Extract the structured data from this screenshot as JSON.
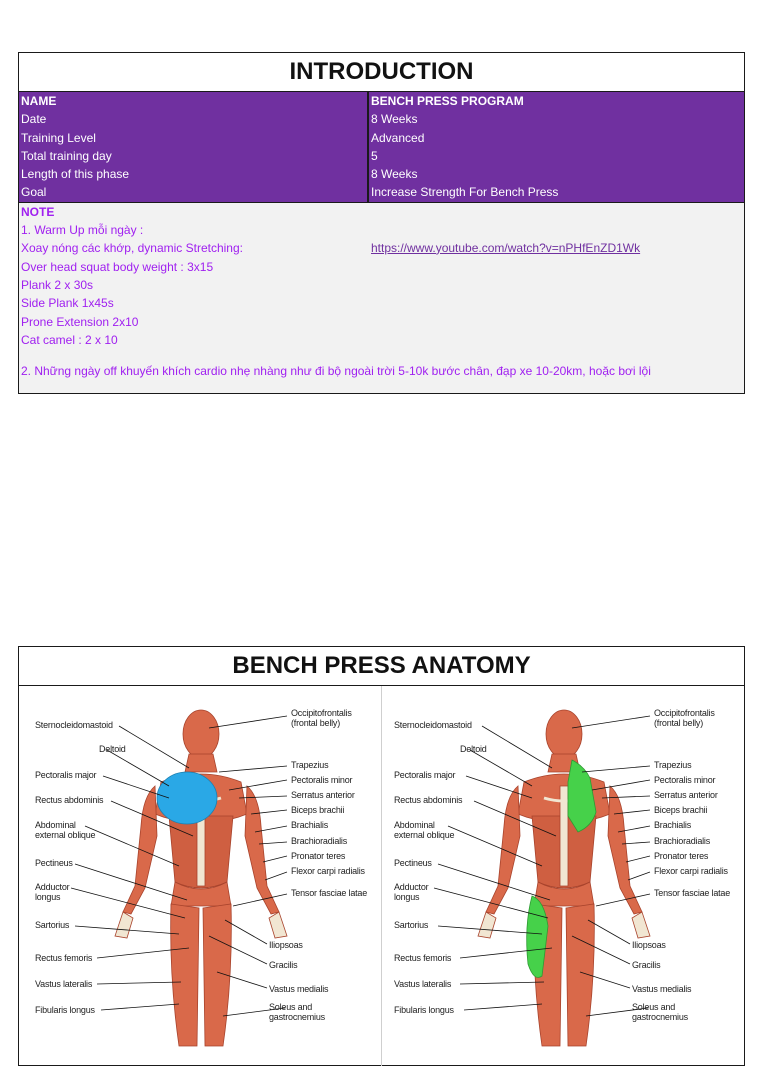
{
  "intro": {
    "title": "INTRODUCTION",
    "rows": [
      {
        "label": "NAME",
        "value": "BENCH PRESS PROGRAM"
      },
      {
        "label": "Date",
        "value": "8 Weeks"
      },
      {
        "label": "Training Level",
        "value": "Advanced"
      },
      {
        "label": "Total training day",
        "value": "5"
      },
      {
        "label": "Length of this phase",
        "value": "8 Weeks"
      },
      {
        "label": "Goal",
        "value": "Increase Strength For Bench Press"
      }
    ],
    "notes": {
      "heading": "NOTE",
      "warmup_title": "1. Warm Up mỗi ngày :",
      "warmup_item1": "Xoay nóng các khớp, dynamic Stretching:",
      "warmup_link": "https://www.youtube.com/watch?v=nPHfEnZD1Wk",
      "warmup_item2": "Over head squat body weight : 3x15",
      "warmup_item3": "Plank 2 x 30s",
      "warmup_item4": "Side Plank 1x45s",
      "warmup_item5": "Prone Extension 2x10",
      "warmup_item6": "Cat camel : 2 x 10",
      "off_days": "2. Những ngày off khuyến khích cardio nhẹ nhàng như đi bộ ngoài trời 5-10k bước chân, đạp xe 10-20km, hoặc bơi lội"
    }
  },
  "anatomy": {
    "title": "BENCH PRESS ANATOMY",
    "left_labels": {
      "sternocleidomastoid": "Sternocleidomastoid",
      "deltoid": "Deltoid",
      "pectoralis_major": "Pectoralis major",
      "rectus_abdominis": "Rectus abdominis",
      "abdominal_1": "Abdominal",
      "abdominal_2": "external oblique",
      "pectineus": "Pectineus",
      "adductor_1": "Adductor",
      "adductor_2": "longus",
      "sartorius": "Sartorius",
      "rectus_femoris": "Rectus femoris",
      "vastus_lateralis": "Vastus lateralis",
      "fibularis_longus": "Fibularis longus"
    },
    "right_labels": {
      "occipitofrontalis_1": "Occipitofrontalis",
      "occipitofrontalis_2": "(frontal belly)",
      "trapezius": "Trapezius",
      "pectoralis_minor": "Pectoralis minor",
      "serratus_anterior": "Serratus anterior",
      "biceps_brachii": "Biceps brachii",
      "brachialis": "Brachialis",
      "brachioradialis": "Brachioradialis",
      "pronator_teres": "Pronator teres",
      "flexor_carpi_radialis": "Flexor carpi radialis",
      "tensor_fasciae_latae": "Tensor fasciae latae",
      "iliopsoas": "Iliopsoas",
      "gracilis": "Gracilis",
      "vastus_medialis": "Vastus medialis",
      "soleus_1": "Soleus and",
      "soleus_2": "gastrocnemius"
    },
    "colors": {
      "muscle": "#d9694a",
      "muscle_dark": "#a8432c",
      "bone": "#f1e6d2",
      "highlight_left": "#2aa8e6",
      "highlight_right": "#46d14a"
    }
  }
}
